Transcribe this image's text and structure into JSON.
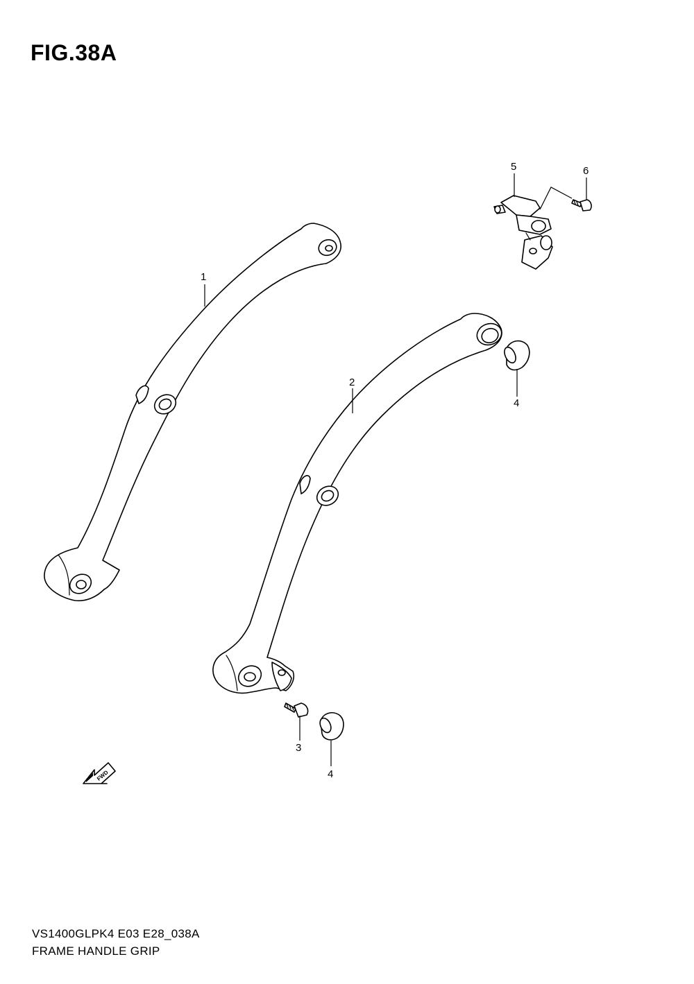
{
  "figure": {
    "title": "FIG.38A"
  },
  "callouts": {
    "c1": "1",
    "c2": "2",
    "c3": "3",
    "c4a": "4",
    "c4b": "4",
    "c5": "5",
    "c6": "6"
  },
  "fwd_label": "FWD",
  "footer": {
    "model_code": "VS1400GLPK4 E03 E28_038A",
    "caption": "FRAME HANDLE GRIP"
  }
}
